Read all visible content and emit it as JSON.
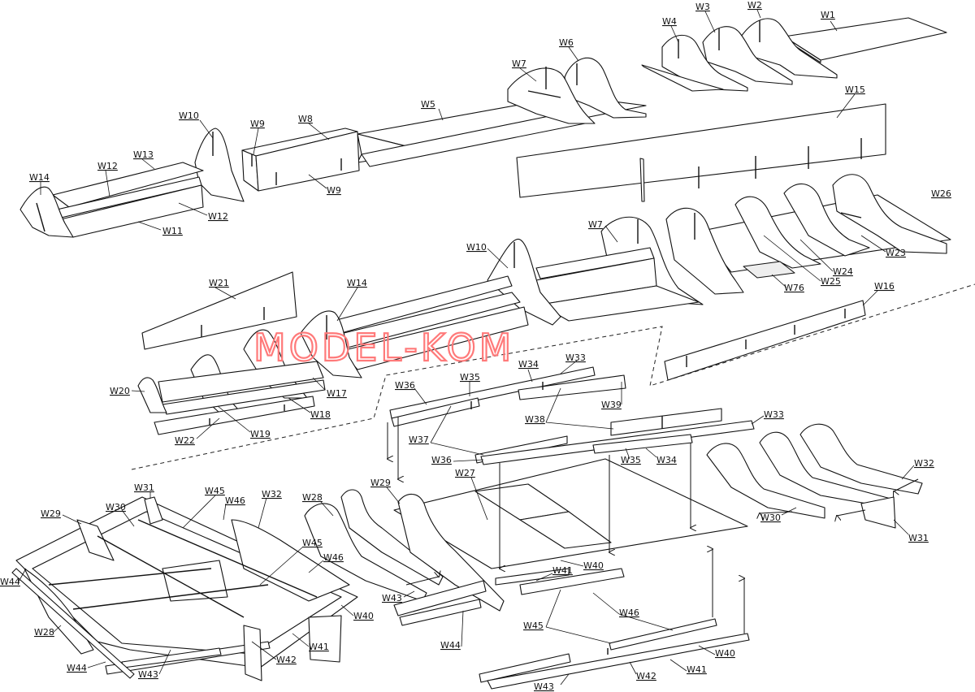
{
  "watermark": "MODEL-KOM",
  "labels": [
    "W1",
    "W2",
    "W3",
    "W4",
    "W5",
    "W6",
    "W7",
    "W8",
    "W9",
    "W10",
    "W11",
    "W12",
    "W13",
    "W14",
    "W15",
    "W16",
    "W17",
    "W18",
    "W19",
    "W20",
    "W21",
    "W22",
    "W23",
    "W24",
    "W25",
    "W26",
    "W27",
    "W28",
    "W29",
    "W30",
    "W31",
    "W32",
    "W33",
    "W34",
    "W35",
    "W36",
    "W37",
    "W38",
    "W39",
    "W40",
    "W41",
    "W42",
    "W43",
    "W44",
    "W45",
    "W46",
    "W76"
  ]
}
